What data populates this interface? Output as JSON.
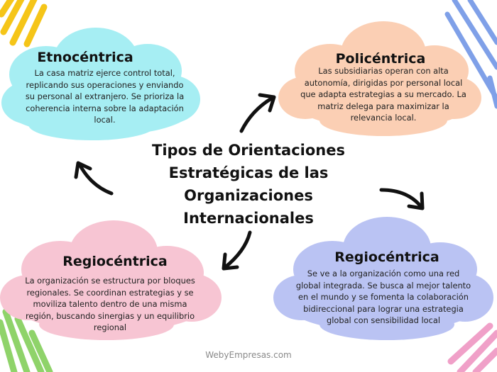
{
  "title_lines": [
    "Tipos de Orientaciones",
    "Estratégicas de las",
    "Organizaciones",
    "Internacionales"
  ],
  "clouds": [
    {
      "key": "top_left",
      "title": "Etnocéntrica",
      "color": "#a6eef3",
      "lines": [
        "La casa matriz ejerce control total,",
        "replicando sus operaciones y enviando",
        "su personal al extranjero. Se prioriza la",
        "coherencia interna sobre la adaptación",
        "local."
      ]
    },
    {
      "key": "top_right",
      "title": "Policéntrica",
      "color": "#fbcfb4",
      "lines": [
        "Las subsidiarias operan con alta",
        "autonomía, dirigidas por personal local",
        "que adapta estrategias a su mercado. La",
        "matriz delega para maximizar la",
        "relevancia local."
      ]
    },
    {
      "key": "bottom_left",
      "title": "Regiocéntrica",
      "color": "#f7c5d3",
      "lines": [
        "La organización se estructura por bloques",
        "regionales. Se coordinan estrategias y se",
        "moviliza talento dentro de una misma",
        "región, buscando sinergias y un equilibrio",
        "regional"
      ]
    },
    {
      "key": "bottom_right",
      "title": "Regiocéntrica",
      "color": "#bac3f3",
      "lines": [
        "Se ve a la organización como una red",
        "global integrada. Se busca al mejor talento",
        "en el mundo y se fomenta la colaboración",
        "bidireccional para lograr una estrategia",
        "global con sensibilidad local"
      ]
    }
  ],
  "footer": "WebyEmpresas.com",
  "colors": {
    "arrow": "#111111",
    "scribble_yellow": "#f5c518",
    "scribble_blue": "#7fa0e8",
    "scribble_green": "#8fd36a",
    "scribble_pink": "#f0a0c8"
  }
}
